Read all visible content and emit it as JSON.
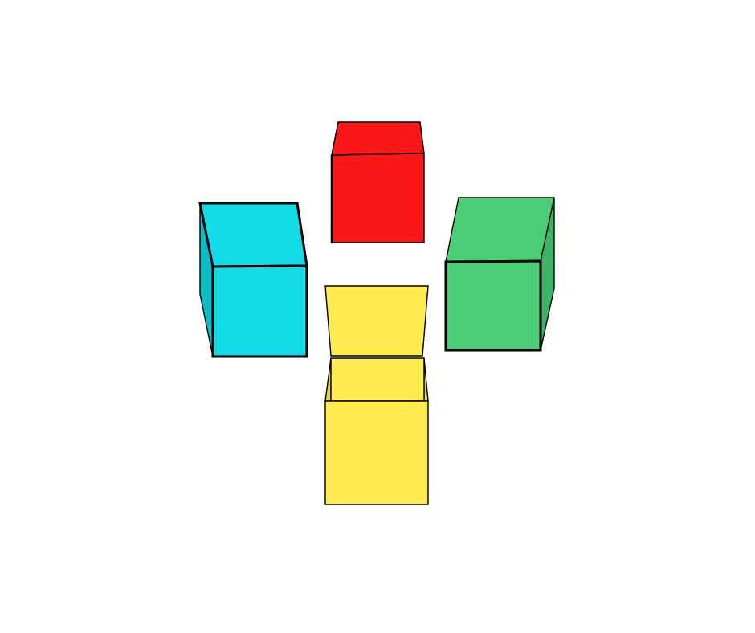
{
  "scene": {
    "background": "#ffffff",
    "outline": "#000000",
    "cubes": [
      {
        "name": "red-cube",
        "color": "#fb1717",
        "side_color": "#d41111",
        "view": "top"
      },
      {
        "name": "cyan-cube",
        "color": "#10dbe6",
        "side_color": "#0bbcc6",
        "view": "top-left"
      },
      {
        "name": "green-cube",
        "color": "#4bcd77",
        "side_color": "#3db365",
        "view": "top-right"
      },
      {
        "name": "yellow-cube",
        "color": "#ffeb4d",
        "side_color": "#e8d43d",
        "view": "unfolded-lid"
      }
    ]
  }
}
